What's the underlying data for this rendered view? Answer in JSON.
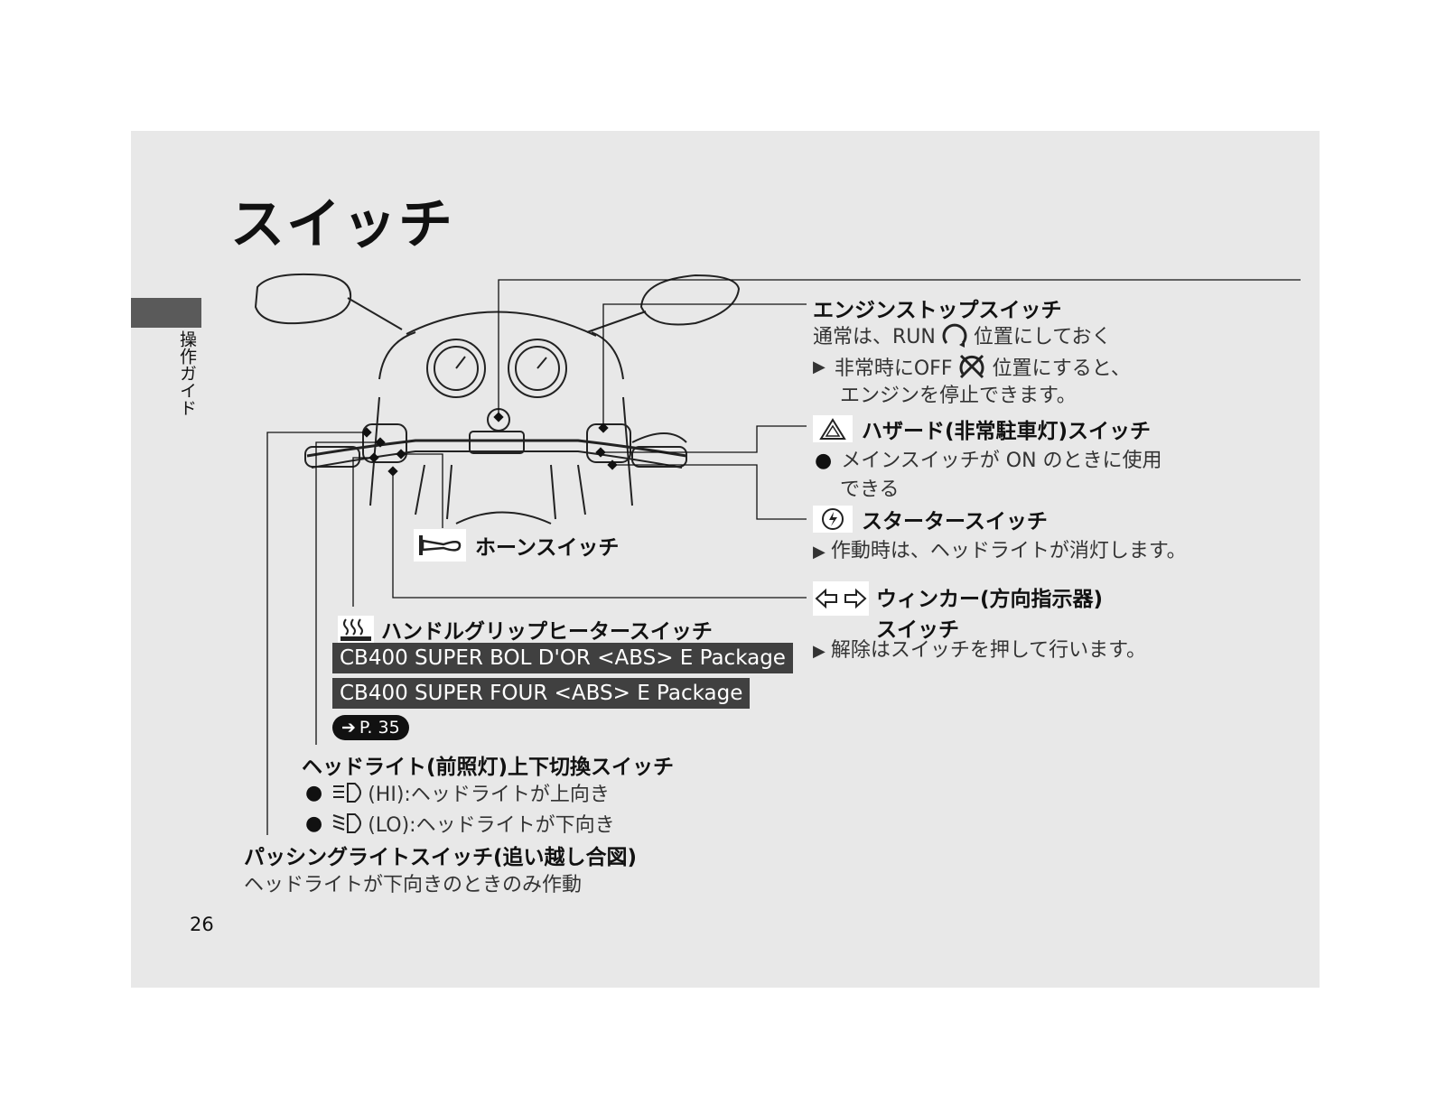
{
  "title": "スイッチ",
  "side_label": "操作ガイド",
  "page_number": "26",
  "engine_stop": {
    "title": "エンジンストップスイッチ",
    "line1_pre": "通常は、RUN",
    "line1_post": "位置にしておく",
    "line2_pre": "非常時にOFF",
    "line2_post": "位置にすると、",
    "line3": "エンジンを停止できます。"
  },
  "hazard": {
    "title": "ハザード(非常駐車灯)スイッチ",
    "bullet1": "メインスイッチが ON のときに使用",
    "bullet1b": "できる"
  },
  "starter": {
    "title": "スタータースイッチ",
    "note": "作動時は、ヘッドライトが消灯します。"
  },
  "horn": {
    "title": "ホーンスイッチ"
  },
  "winker": {
    "title1": "ウィンカー(方向指示器)",
    "title2": "スイッチ",
    "note": "解除はスイッチを押して行います。"
  },
  "grip_heater": {
    "title": "ハンドルグリップヒータースイッチ",
    "model1": "CB400 SUPER BOL D'OR <ABS> E Package",
    "model2": "CB400 SUPER FOUR <ABS> E Package",
    "ref": "P. 35"
  },
  "headlight": {
    "title": "ヘッドライト(前照灯)上下切換スイッチ",
    "hi": "(HI):ヘッドライトが上向き",
    "lo": "(LO):ヘッドライトが下向き"
  },
  "passing": {
    "title": "パッシングライトスイッチ(追い越し合図)",
    "note": "ヘッドライトが下向きのときのみ作動"
  },
  "icons": [
    "run-icon",
    "off-icon",
    "hazard-icon",
    "starter-icon",
    "horn-icon",
    "winker-icon",
    "grip-heater-icon",
    "headlight-hi-icon",
    "headlight-lo-icon"
  ]
}
